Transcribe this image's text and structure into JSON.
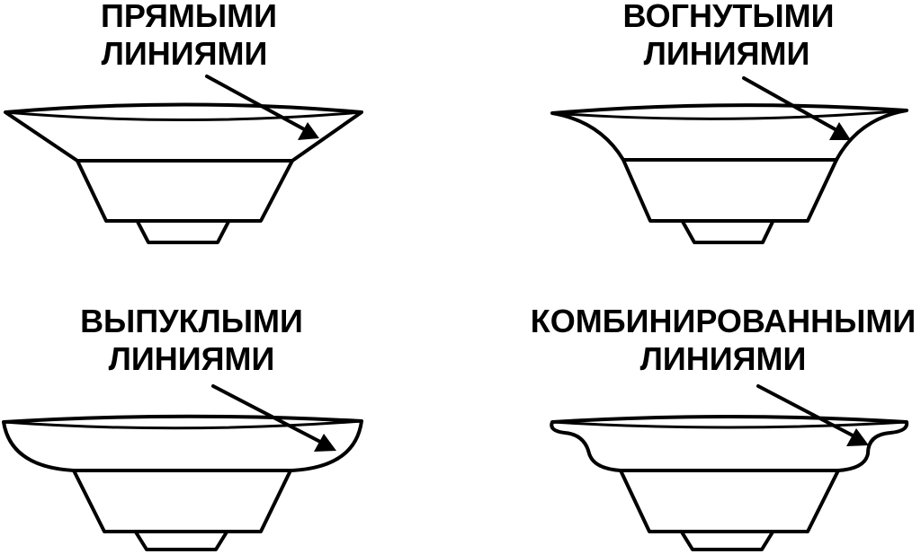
{
  "colors": {
    "stroke": "#000000",
    "background": "#ffffff"
  },
  "panels": [
    {
      "id": "straight",
      "label_line1": "ПРЯМЫМИ",
      "label_line2": "ЛИНИЯМИ"
    },
    {
      "id": "concave",
      "label_line1": "ВОГНУТЫМИ",
      "label_line2": "ЛИНИЯМИ"
    },
    {
      "id": "convex",
      "label_line1": "ВЫПУКЛЫМИ",
      "label_line2": "ЛИНИЯМИ"
    },
    {
      "id": "combined",
      "label_line1": "КОМБИНИРОВАННЫМИ",
      "label_line2": "ЛИНИЯМИ"
    }
  ]
}
